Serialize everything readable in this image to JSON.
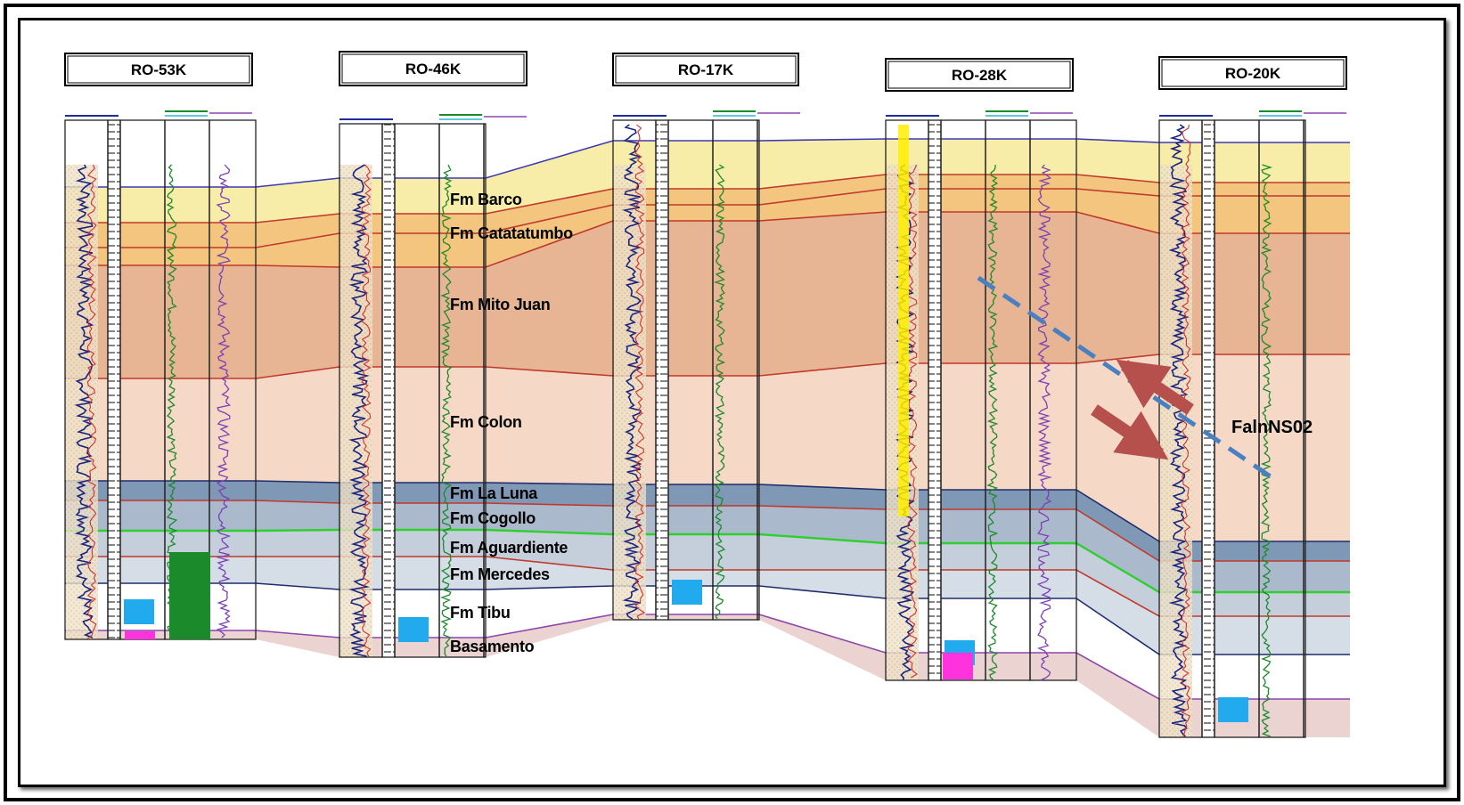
{
  "wells": [
    {
      "name": "RO-53K"
    },
    {
      "name": "RO-46K"
    },
    {
      "name": "RO-17K"
    },
    {
      "name": "RO-28K"
    },
    {
      "name": "RO-20K"
    }
  ],
  "formations": [
    {
      "label": "Fm Barco",
      "color": "#f7eca8"
    },
    {
      "label": "Fm Catatatumbo",
      "color": "#f3c57e"
    },
    {
      "label": "Fm Mito Juan",
      "color": "#e7b593"
    },
    {
      "label": "Fm Colon",
      "color": "#f5d8c6"
    },
    {
      "label": "Fm La Luna",
      "color": "#7f98b5"
    },
    {
      "label": "Fm Cogollo",
      "color": "#aab9cc"
    },
    {
      "label": "Fm Aguardiente",
      "color": "#c5cfdc"
    },
    {
      "label": "Fm Mercedes",
      "color": "#d5dde6"
    },
    {
      "label": "Fm Tibu",
      "color": "#ffffff"
    },
    {
      "label": "Basamento",
      "color": "#ead3d0"
    }
  ],
  "fault": {
    "label": "FalnNS02",
    "line_color": "#4a7fc1",
    "arrow_color": "#b5504c"
  }
}
